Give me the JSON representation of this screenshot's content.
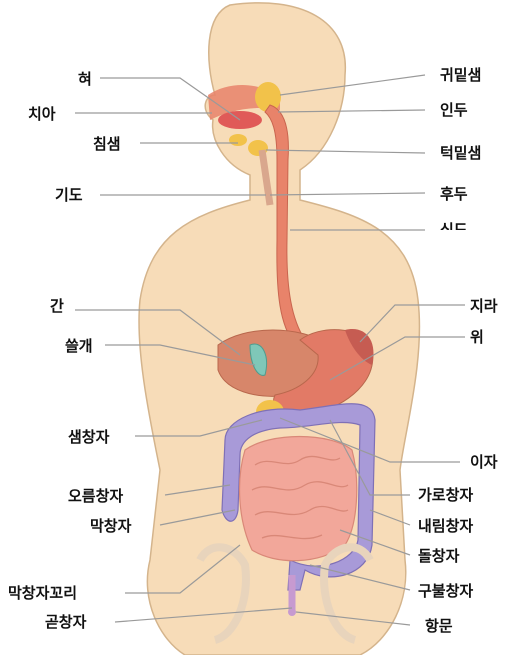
{
  "labels": {
    "tongue": "혀",
    "teeth": "치아",
    "salivary_gland": "침샘",
    "trachea": "기도",
    "liver": "간",
    "gallbladder": "쓸개",
    "duodenum": "샘창자",
    "ascending_colon": "오름창자",
    "cecum": "막창자",
    "appendix": "막창자꼬리",
    "rectum": "곧창자",
    "parotid_gland": "귀밑샘",
    "pharynx": "인두",
    "submandibular_gland": "턱밑샘",
    "larynx": "후두",
    "esophagus": "식도",
    "spleen": "지라",
    "stomach": "위",
    "pancreas": "이자",
    "transverse_colon": "가로창자",
    "descending_colon": "내림창자",
    "ileum": "돌창자",
    "sigmoid_colon": "구불창자",
    "anus": "항문"
  },
  "colors": {
    "skin": "#f7dcb8",
    "skin_outline": "#d4b48c",
    "esophagus": "#e8836a",
    "liver": "#d7866a",
    "gallbladder": "#7fc7b8",
    "colon": "#a89ad8",
    "small_intestine": "#f2a79a",
    "gland": "#f2c24a",
    "leader_line": "#9a9a9a"
  }
}
